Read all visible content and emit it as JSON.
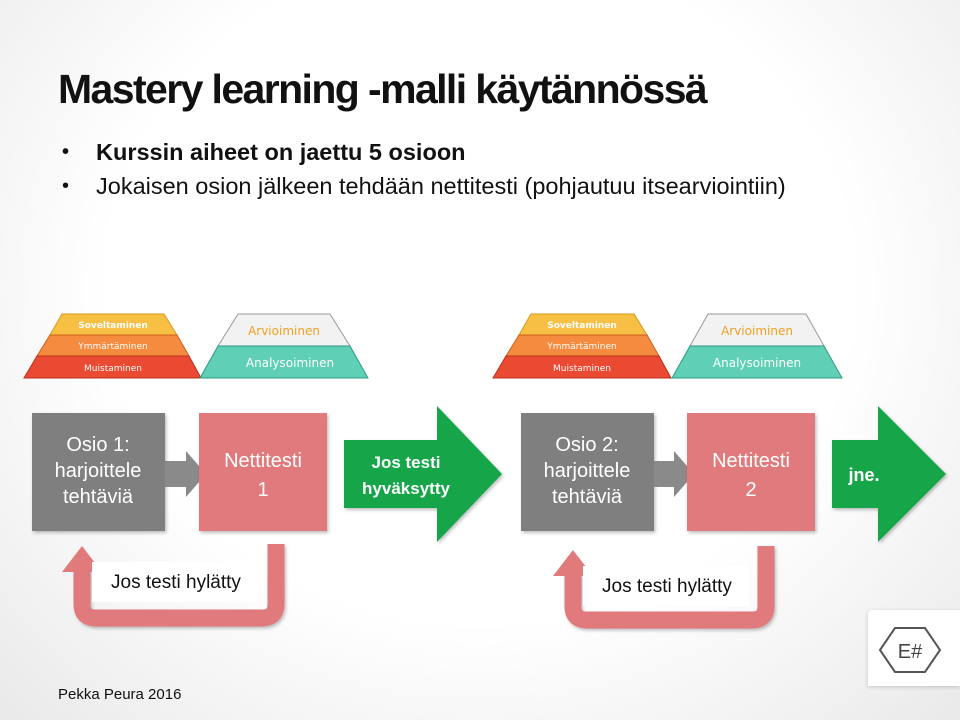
{
  "slide": {
    "title": "Mastery learning -malli käytännössä",
    "bullets": [
      "Kurssin aiheet on jaettu 5 osioon",
      "Jokaisen osion jälkeen tehdään nettitesti (pohjautuu itsearviointiin)"
    ],
    "footer": "Pekka Peura 2016"
  },
  "pyramids": {
    "lower_levels": [
      "Soveltaminen",
      "Ymmärtäminen",
      "Muistaminen"
    ],
    "upper_levels": [
      "Arvioiminen",
      "Analysoiminen"
    ]
  },
  "flow": {
    "section1": [
      "Osio 1:",
      "harjoittele",
      "tehtäviä"
    ],
    "test1": [
      "Nettitesti",
      "1"
    ],
    "accepted": [
      "Jos testi",
      "hyväksytty"
    ],
    "section2": [
      "Osio 2:",
      "harjoittele",
      "tehtäviä"
    ],
    "test2": [
      "Nettitesti",
      "2"
    ],
    "etc": "jne.",
    "failed_1": "Jos testi hylätty",
    "failed_2": "Jos testi hylätty"
  },
  "logo": {
    "text": "E#",
    "icon": "hexagon-logo-icon"
  },
  "colors": {
    "gray_box": "#7f7f7f",
    "pink_box": "#e07a7b",
    "green_arrow": "#19a64a",
    "pyramid_top": "#f7bf44",
    "pyramid_mid": "#f58b3e",
    "pyramid_base": "#ea4a31",
    "trapezoid_top": "#f0f0f0",
    "trapezoid_base": "#5fd0b5",
    "return_arrow": "#e07a7b"
  }
}
